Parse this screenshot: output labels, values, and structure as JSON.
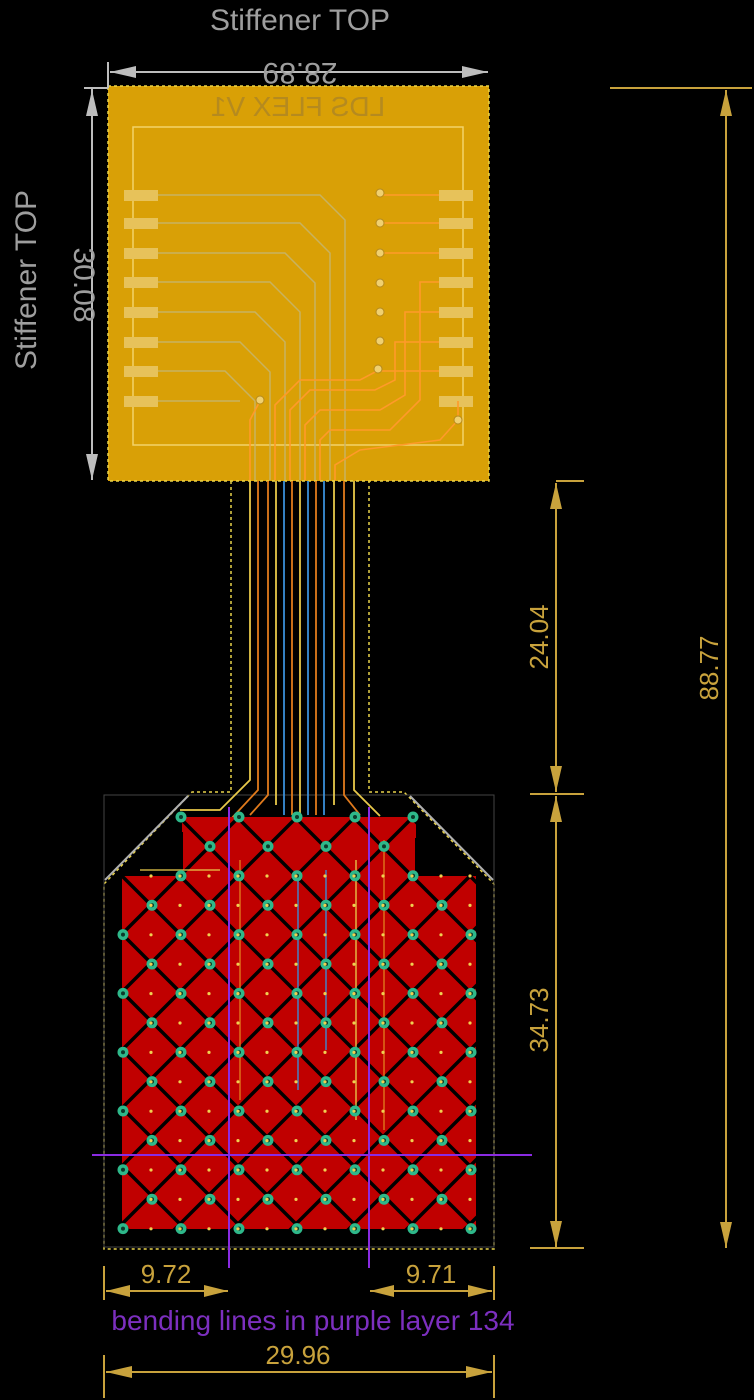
{
  "labels": {
    "stiffener_top_h": "Stiffener TOP",
    "stiffener_top_v": "Stiffener TOP",
    "silk_text": "LDS FLEX V1",
    "bending_note": "bending lines in purple layer 134"
  },
  "dimensions": {
    "stiffener_width": "28.89",
    "stiffener_height": "30.08",
    "neck_length": "24.04",
    "pad_length": "34.73",
    "total_length": "88.77",
    "bend_left": "9.72",
    "bend_right": "9.71",
    "pad_width": "29.96"
  },
  "colors": {
    "stiffener": "#d9a006",
    "pad_copper": "#c00000",
    "dimension": "#c8a23c",
    "bending_line": "#8a2be2",
    "via": "#2eb88a",
    "trace_orange": "#e07a1c",
    "trace_blue": "#3a8fd9",
    "outline": "#e8d24a"
  }
}
